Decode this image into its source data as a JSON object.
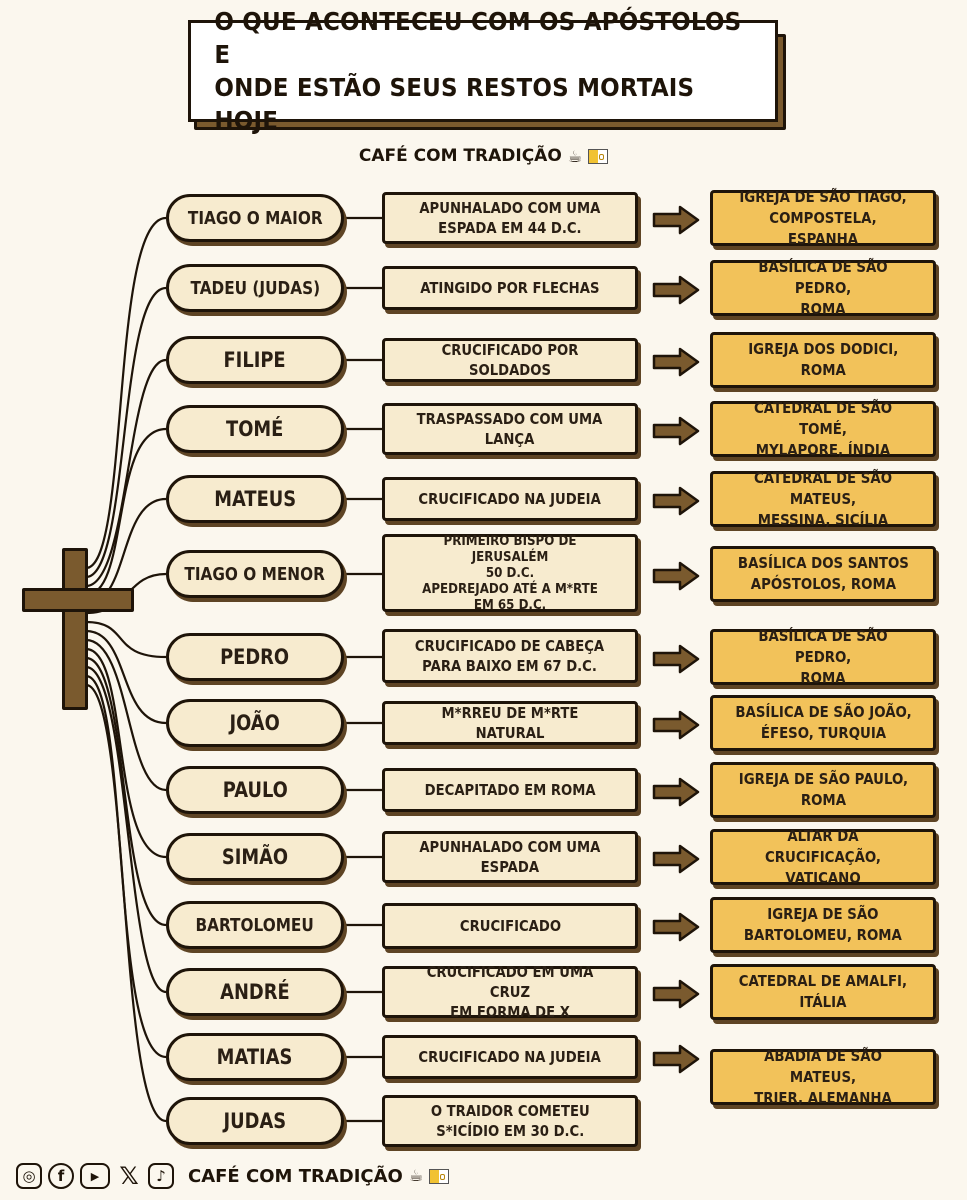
{
  "title": {
    "line1": "O QUE ACONTECEU COM OS APÓSTOLOS E",
    "line2": "ONDE ESTÃO SEUS RESTOS MORTAIS HOJE"
  },
  "subtitle": "CAFÉ COM TRADIÇÃO",
  "apostles": [
    {
      "name": "TIAGO O MAIOR",
      "fate": "APUNHALADO COM UMA\nESPADA EM 44 D.C.",
      "place": "IGREJA DE SÃO TIAGO,\nCOMPOSTELA, ESPANHA"
    },
    {
      "name": "TADEU (JUDAS)",
      "fate": "ATINGIDO POR FLECHAS",
      "place": "BASÍLICA DE SÃO PEDRO,\nROMA"
    },
    {
      "name": "FILIPE",
      "fate": "CRUCIFICADO POR SOLDADOS",
      "place": "IGREJA DOS DODICI,\nROMA"
    },
    {
      "name": "TOMÉ",
      "fate": "TRASPASSADO COM UMA\nLANÇA",
      "place": "CATEDRAL DE SÃO TOMÉ,\nMYLAPORE, ÍNDIA"
    },
    {
      "name": "MATEUS",
      "fate": "CRUCIFICADO NA JUDEIA",
      "place": "CATEDRAL DE SÃO MATEUS,\nMESSINA, SICÍLIA"
    },
    {
      "name": "TIAGO O MENOR",
      "fate": "PRIMEIRO BISPO DE JERUSALÉM\n50 D.C.\nAPEDREJADO ATÉ A M*RTE\nEM 65 D.C.",
      "place": "BASÍLICA DOS SANTOS\nAPÓSTOLOS, ROMA"
    },
    {
      "name": "PEDRO",
      "fate": "CRUCIFICADO DE CABEÇA\nPARA BAIXO EM 67 D.C.",
      "place": "BASÍLICA DE SÃO PEDRO,\nROMA"
    },
    {
      "name": "JOÃO",
      "fate": "M*RREU DE M*RTE NATURAL",
      "place": "BASÍLICA DE SÃO JOÃO,\nÉFESO, TURQUIA"
    },
    {
      "name": "PAULO",
      "fate": "DECAPITADO EM ROMA",
      "place": "IGREJA DE SÃO PAULO,\nROMA"
    },
    {
      "name": "SIMÃO",
      "fate": "APUNHALADO COM UMA\nESPADA",
      "place": "ALTAR DA CRUCIFICAÇÃO,\nVATICANO"
    },
    {
      "name": "BARTOLOMEU",
      "fate": "CRUCIFICADO",
      "place": "IGREJA DE SÃO\nBARTOLOMEU, ROMA"
    },
    {
      "name": "ANDRÉ",
      "fate": "CRUCIFICADO EM UMA CRUZ\nEM FORMA DE X",
      "place": "CATEDRAL DE AMALFI,\nITÁLIA"
    },
    {
      "name": "MATIAS",
      "fate": "CRUCIFICADO NA JUDEIA",
      "place": "ABADIA DE SÃO MATEUS,\nTRIER, ALEMANHA"
    },
    {
      "name": "JUDAS",
      "fate": "O TRAIDOR COMETEU\nS*ICÍDIO EM 30 D.C.",
      "place": ""
    }
  ],
  "footer": {
    "icons": [
      "instagram-icon",
      "facebook-icon",
      "youtube-icon",
      "x-icon",
      "tiktok-icon"
    ],
    "text": "CAFÉ COM TRADIÇÃO"
  },
  "colors": {
    "background": "#fbf7ee",
    "name_box": "#f7ebcf",
    "place_box": "#f2c25a",
    "cross": "#7a5a2e",
    "outline": "#1e1409"
  }
}
